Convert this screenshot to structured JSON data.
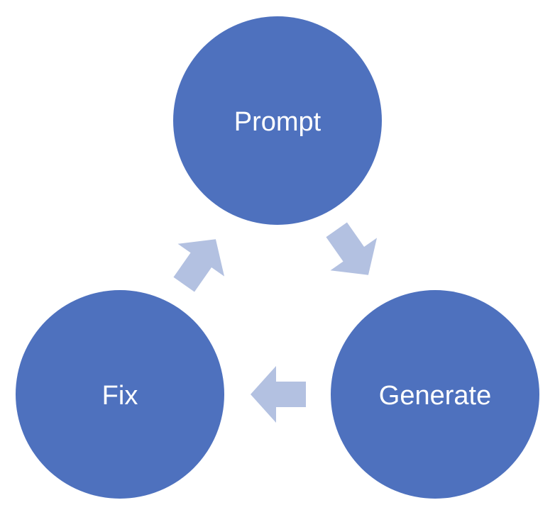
{
  "colors": {
    "node_fill": "#4E71BE",
    "arrow_fill": "#B3C1E1",
    "label_text": "#FFFFFF",
    "background": "#FFFFFF"
  },
  "nodes": {
    "prompt": "Prompt",
    "generate": "Generate",
    "fix": "Fix"
  },
  "arrows": [
    {
      "from": "prompt",
      "to": "generate"
    },
    {
      "from": "generate",
      "to": "fix"
    },
    {
      "from": "fix",
      "to": "prompt"
    }
  ]
}
